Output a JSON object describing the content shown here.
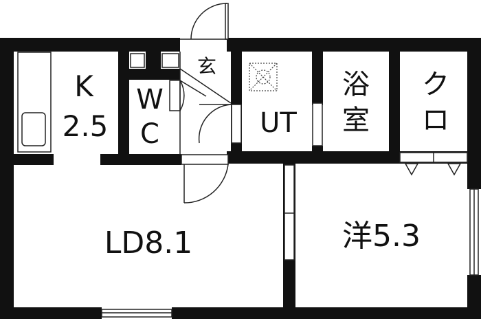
{
  "colors": {
    "wall": "#111111",
    "paper": "#ffffff",
    "line": "#222222"
  },
  "rooms": {
    "kitchen": {
      "name": "K",
      "size": "2.5"
    },
    "wc": {
      "line1": "W",
      "line2": "C"
    },
    "entrance": {
      "name": "玄"
    },
    "utility": {
      "name": "UT"
    },
    "bath": {
      "line1": "浴",
      "line2": "室"
    },
    "closet": {
      "line1": "ク",
      "line2": "ロ"
    },
    "living_dining": {
      "name": "LD8.1"
    },
    "western_room": {
      "name": "洋5.3"
    }
  }
}
